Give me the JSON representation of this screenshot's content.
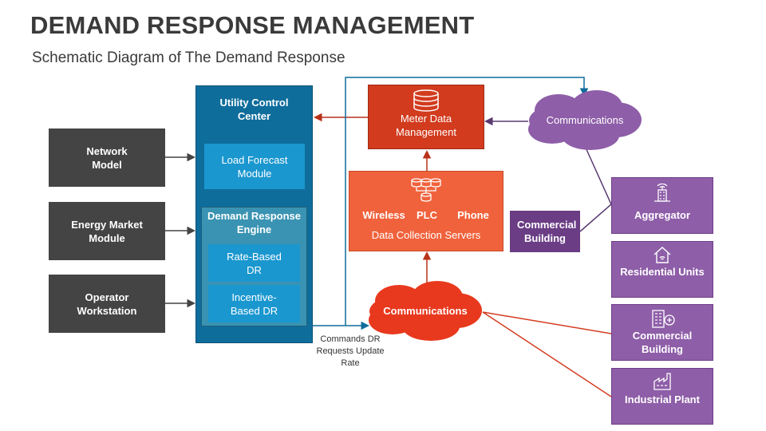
{
  "title": "DEMAND RESPONSE MANAGEMENT",
  "subtitle": "Schematic Diagram of The Demand Response",
  "inputs": {
    "network_model": "Network Model",
    "energy_market": "Energy Market Module",
    "operator": "Operator Workstation"
  },
  "utility": {
    "title": "Utility Control Center",
    "load_forecast": "Load Forecast Module",
    "dr_engine": "Demand Response Engine",
    "rate_based": "Rate-Based DR",
    "incentive_based": "Incentive-Based DR"
  },
  "mdm": "Meter Data Management",
  "dcs": {
    "wireless": "Wireless",
    "plc": "PLC",
    "phone": "Phone",
    "label": "Data Collection Servers"
  },
  "comm_top": "Communications",
  "comm_bottom": "Communications",
  "commands_note": "Commands DR Requests Update Rate",
  "right": {
    "commercial_left": "Commercial Building",
    "aggregator": "Aggregator",
    "residential": "Residential Units",
    "commercial": "Commercial Building",
    "industrial": "Industrial Plant"
  },
  "colors": {
    "utility_blue": "#0f6d9c",
    "engine_teal": "#3a93b2",
    "mdm_red": "#d23b1e",
    "dcs_orange": "#f0623c",
    "cloud_red": "#e8391e",
    "cloud_purple": "#8e5ea8"
  }
}
